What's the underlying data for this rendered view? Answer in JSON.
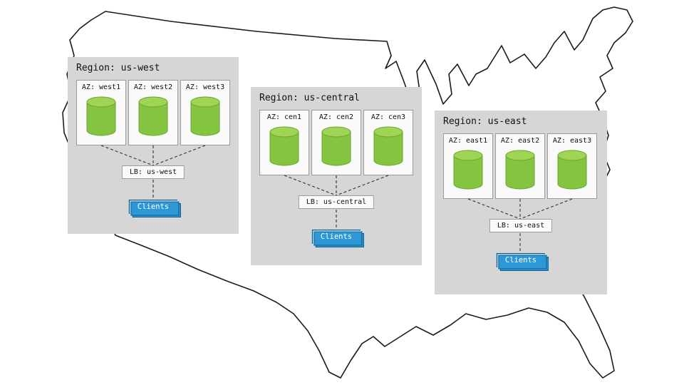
{
  "diagram": {
    "description": "US multi-region architecture diagram",
    "map": "us-outline"
  },
  "regions": [
    {
      "title": "Region: us-west",
      "azs": [
        "AZ: west1",
        "AZ: west2",
        "AZ: west3"
      ],
      "lb": "LB: us-west",
      "clients": "Clients"
    },
    {
      "title": "Region: us-central",
      "azs": [
        "AZ: cen1",
        "AZ: cen2",
        "AZ: cen3"
      ],
      "lb": "LB: us-central",
      "clients": "Clients"
    },
    {
      "title": "Region: us-east",
      "azs": [
        "AZ: east1",
        "AZ: east2",
        "AZ: east3"
      ],
      "lb": "LB: us-east",
      "clients": "Clients"
    }
  ],
  "icons": [
    {
      "name": "us-map-outline",
      "meaning": "continental United States border outline"
    },
    {
      "name": "database-cylinder-icon",
      "meaning": "availability-zone database/server cylinder"
    }
  ],
  "colors": {
    "region_bg": "#d6d6d6",
    "az_bg": "#fafafa",
    "cylinder_body": "#84c441",
    "cylinder_top": "#a0d455",
    "cylinder_stroke": "#69a630",
    "clients_blue": "#2e97d5",
    "clients_edge": "#0f5d8c",
    "map_outline": "#1a1a1a",
    "line_color": "#333333"
  }
}
